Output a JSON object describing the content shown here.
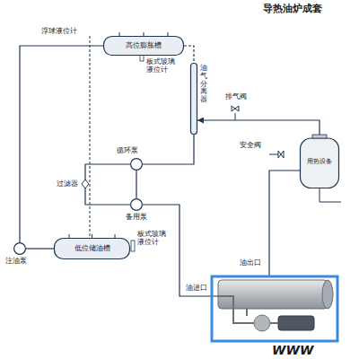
{
  "diagram": {
    "title": "导热油炉成套",
    "nodes": [
      {
        "text": [
          "高位膨胀槽"
        ]
      },
      {
        "text": [
          "油气分离器"
        ]
      },
      {
        "text": [
          "用热设备"
        ]
      },
      {
        "text": [
          "循环泵"
        ]
      },
      {
        "text": [
          "备用泵"
        ]
      },
      {
        "text": [
          "低位储油槽"
        ]
      },
      {
        "text": [
          "注油泵"
        ]
      }
    ],
    "edges": [
      {
        "from": 0,
        "to": 1,
        "arrow": "none"
      },
      {
        "from": 2,
        "to": 1,
        "arrow": "to"
      },
      {
        "from": 1,
        "to": 3,
        "arrow": "none"
      },
      {
        "from": 3,
        "to": 4,
        "arrow": "none"
      },
      {
        "from": 5,
        "to": 6,
        "arrow": "none"
      },
      {
        "from": 6,
        "to": 0,
        "arrow": "none"
      }
    ],
    "labels": [
      "浮球液位计",
      "板式玻璃 液位计",
      "排气阀",
      "安全阀",
      "过滤器",
      "板式玻璃 液位计",
      "油出口",
      "油进口",
      "WWW"
    ]
  }
}
